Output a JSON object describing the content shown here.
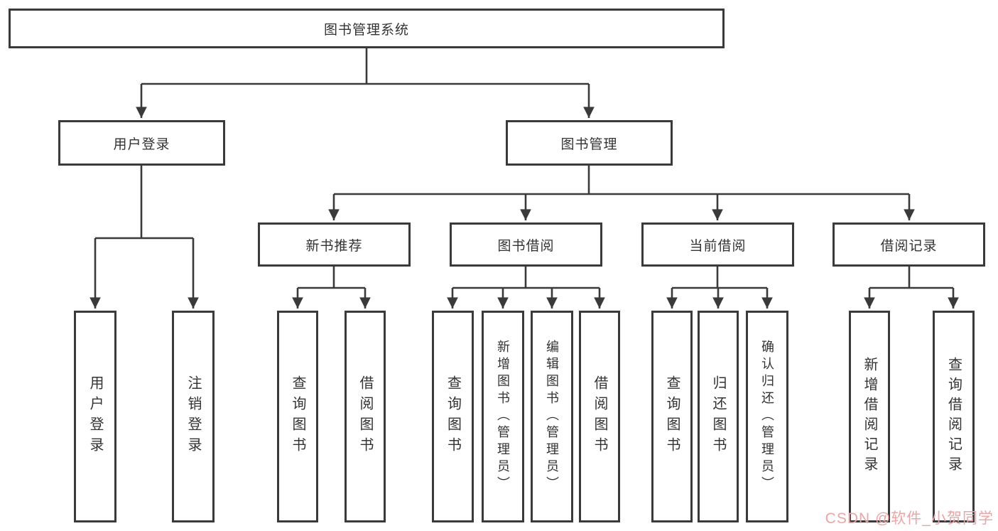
{
  "diagram": {
    "root": {
      "label": "图书管理系统"
    },
    "level2": [
      {
        "label": "用户登录"
      },
      {
        "label": "图书管理"
      }
    ],
    "level3": [
      {
        "label": "新书推荐"
      },
      {
        "label": "图书借阅"
      },
      {
        "label": "当前借阅"
      },
      {
        "label": "借阅记录"
      }
    ],
    "leaves": {
      "user_login": [
        "用户登录",
        "注销登录"
      ],
      "new_book": [
        "查询图书",
        "借阅图书"
      ],
      "borrow": [
        "查询图书",
        "新增图书（管理员）",
        "编辑图书（管理员）",
        "借阅图书"
      ],
      "current": [
        "查询图书",
        "归还图书",
        "确认归还（管理员）"
      ],
      "records": [
        "新增借阅记录",
        "查询借阅记录"
      ]
    }
  },
  "watermark": {
    "text": "CSDN @软件_小贺同学",
    "color": "#eda4a4"
  },
  "colors": {
    "line": "#3a3a3a",
    "text": "#333333",
    "background": "#ffffff"
  }
}
